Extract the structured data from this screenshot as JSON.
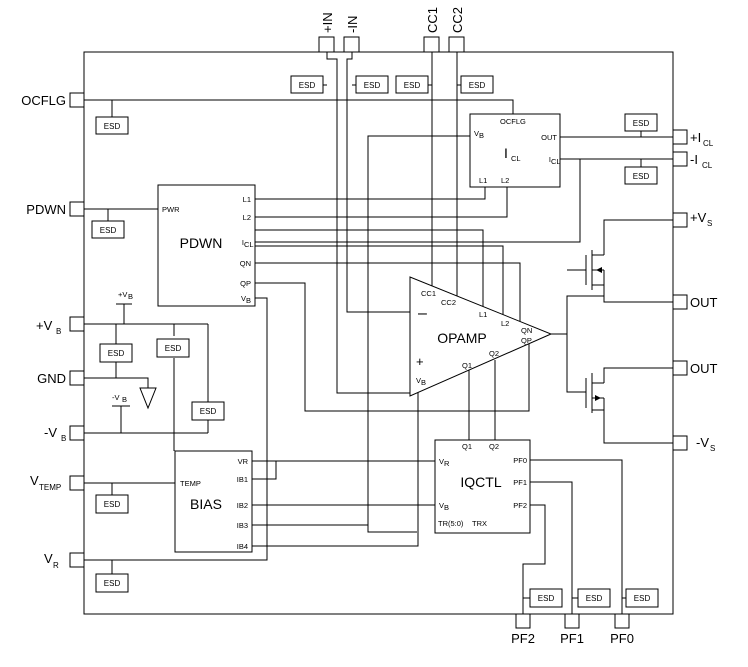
{
  "pins": {
    "in_pos": "+IN",
    "in_neg": "-IN",
    "cc1": "CC1",
    "cc2": "CC2",
    "ocflg": "OCFLG",
    "pdwn": "PDWN",
    "vb_pos": "+V",
    "vb_pos_sub": "B",
    "gnd": "GND",
    "vb_neg": "-V",
    "vb_neg_sub": "B",
    "vtemp": "V",
    "vtemp_sub": "TEMP",
    "vr": "V",
    "vr_sub": "R",
    "icl_pos": "+I",
    "icl_pos_sub": "CL",
    "icl_neg": "-I",
    "icl_neg_sub": "CL",
    "vs_pos": "+V",
    "vs_pos_sub": "S",
    "out1": "OUT",
    "out2": "OUT",
    "vs_neg": "-V",
    "vs_neg_sub": "S",
    "pf2": "PF2",
    "pf1": "PF1",
    "pf0": "PF0"
  },
  "esd_label": "ESD",
  "blocks": {
    "pdwn": {
      "title": "PDWN",
      "pwr": "PWR",
      "l1": "L1",
      "l2": "L2",
      "icl": "I",
      "icl_sub": "CL",
      "qn": "QN",
      "qp": "QP",
      "vb": "V",
      "vb_sub": "B"
    },
    "icl": {
      "title": "I",
      "title_sub": "CL",
      "ocflg": "OCFLG",
      "vb": "V",
      "vb_sub": "B",
      "out": "OUT",
      "icl": "I",
      "icl_sub": "CL",
      "l1": "L1",
      "l2": "L2"
    },
    "opamp": {
      "title": "OPAMP",
      "cc1": "CC1",
      "cc2": "CC2",
      "minus": "–",
      "plus": "+",
      "l1": "L1",
      "l2": "L2",
      "qn": "QN",
      "qp": "QP",
      "q1": "Q1",
      "q2": "Q2",
      "vb": "V",
      "vb_sub": "B"
    },
    "bias": {
      "title": "BIAS",
      "temp": "TEMP",
      "vr": "VR",
      "ib1": "IB1",
      "ib2": "IB2",
      "ib3": "IB3",
      "ib4": "IB4"
    },
    "iqctl": {
      "title": "IQCTL",
      "q1": "Q1",
      "q2": "Q2",
      "vr": "V",
      "vr_sub": "R",
      "vb": "V",
      "vb_sub": "B",
      "pf0": "PF0",
      "pf1": "PF1",
      "pf2": "PF2",
      "tr": "TR(5:0)",
      "trx": "TRX"
    }
  },
  "supply": {
    "vb_pos": "+V",
    "vb_pos_sub": "B",
    "vb_neg": "-V",
    "vb_neg_sub": "B"
  }
}
